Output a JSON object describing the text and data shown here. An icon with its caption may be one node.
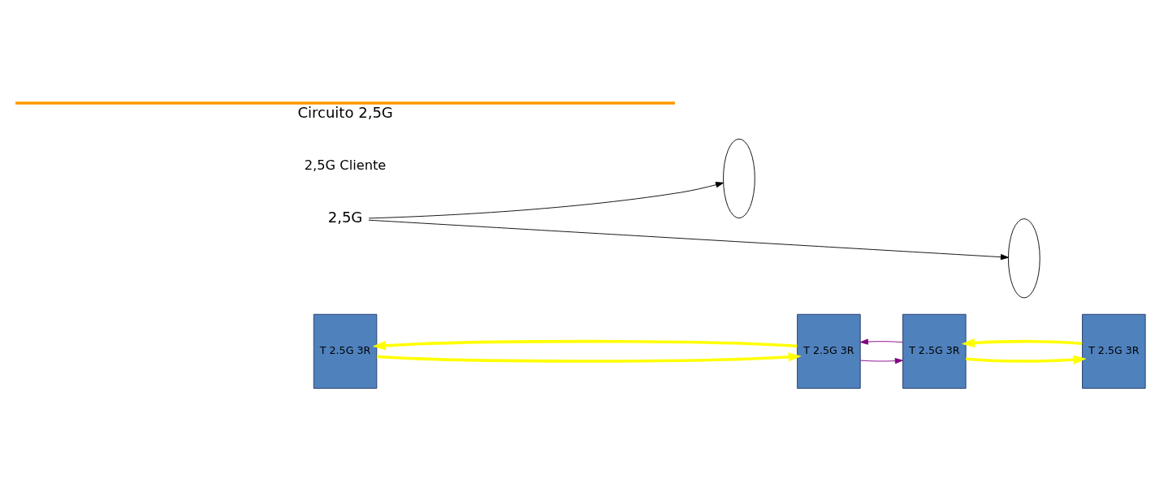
{
  "diagram": {
    "nodes": [
      {
        "text": [
          "T 2.5G 3R"
        ]
      },
      {
        "text": [],
        "shape": "ellipse"
      },
      {
        "text": [
          "T 2.5G 3R"
        ]
      },
      {
        "text": [
          "T 2.5G 3R"
        ]
      },
      {
        "text": [],
        "shape": "ellipse"
      },
      {
        "text": [
          "T 2.5G 3R"
        ]
      },
      {
        "text": [
          "2,5G"
        ]
      }
    ],
    "edges": [
      {
        "from": 0,
        "to": 2,
        "arrow": "to",
        "style": "thick"
      },
      {
        "from": 2,
        "to": 0,
        "arrow": "to",
        "style": "thick"
      },
      {
        "from": 2,
        "to": 3,
        "arrow": "to",
        "color": "#800080"
      },
      {
        "from": 3,
        "to": 2,
        "arrow": "to",
        "color": "#800080"
      },
      {
        "from": 3,
        "to": 5,
        "arrow": "to",
        "style": "thick"
      },
      {
        "from": 5,
        "to": 3,
        "arrow": "to",
        "style": "thick"
      },
      {
        "from": 6,
        "to": 1,
        "arrow": "to",
        "color": "#000000"
      },
      {
        "from": 6,
        "to": 4,
        "arrow": "to",
        "color": "#000000"
      }
    ],
    "labels": [
      "2,5G Cliente",
      "Circuito 2,5G"
    ]
  }
}
